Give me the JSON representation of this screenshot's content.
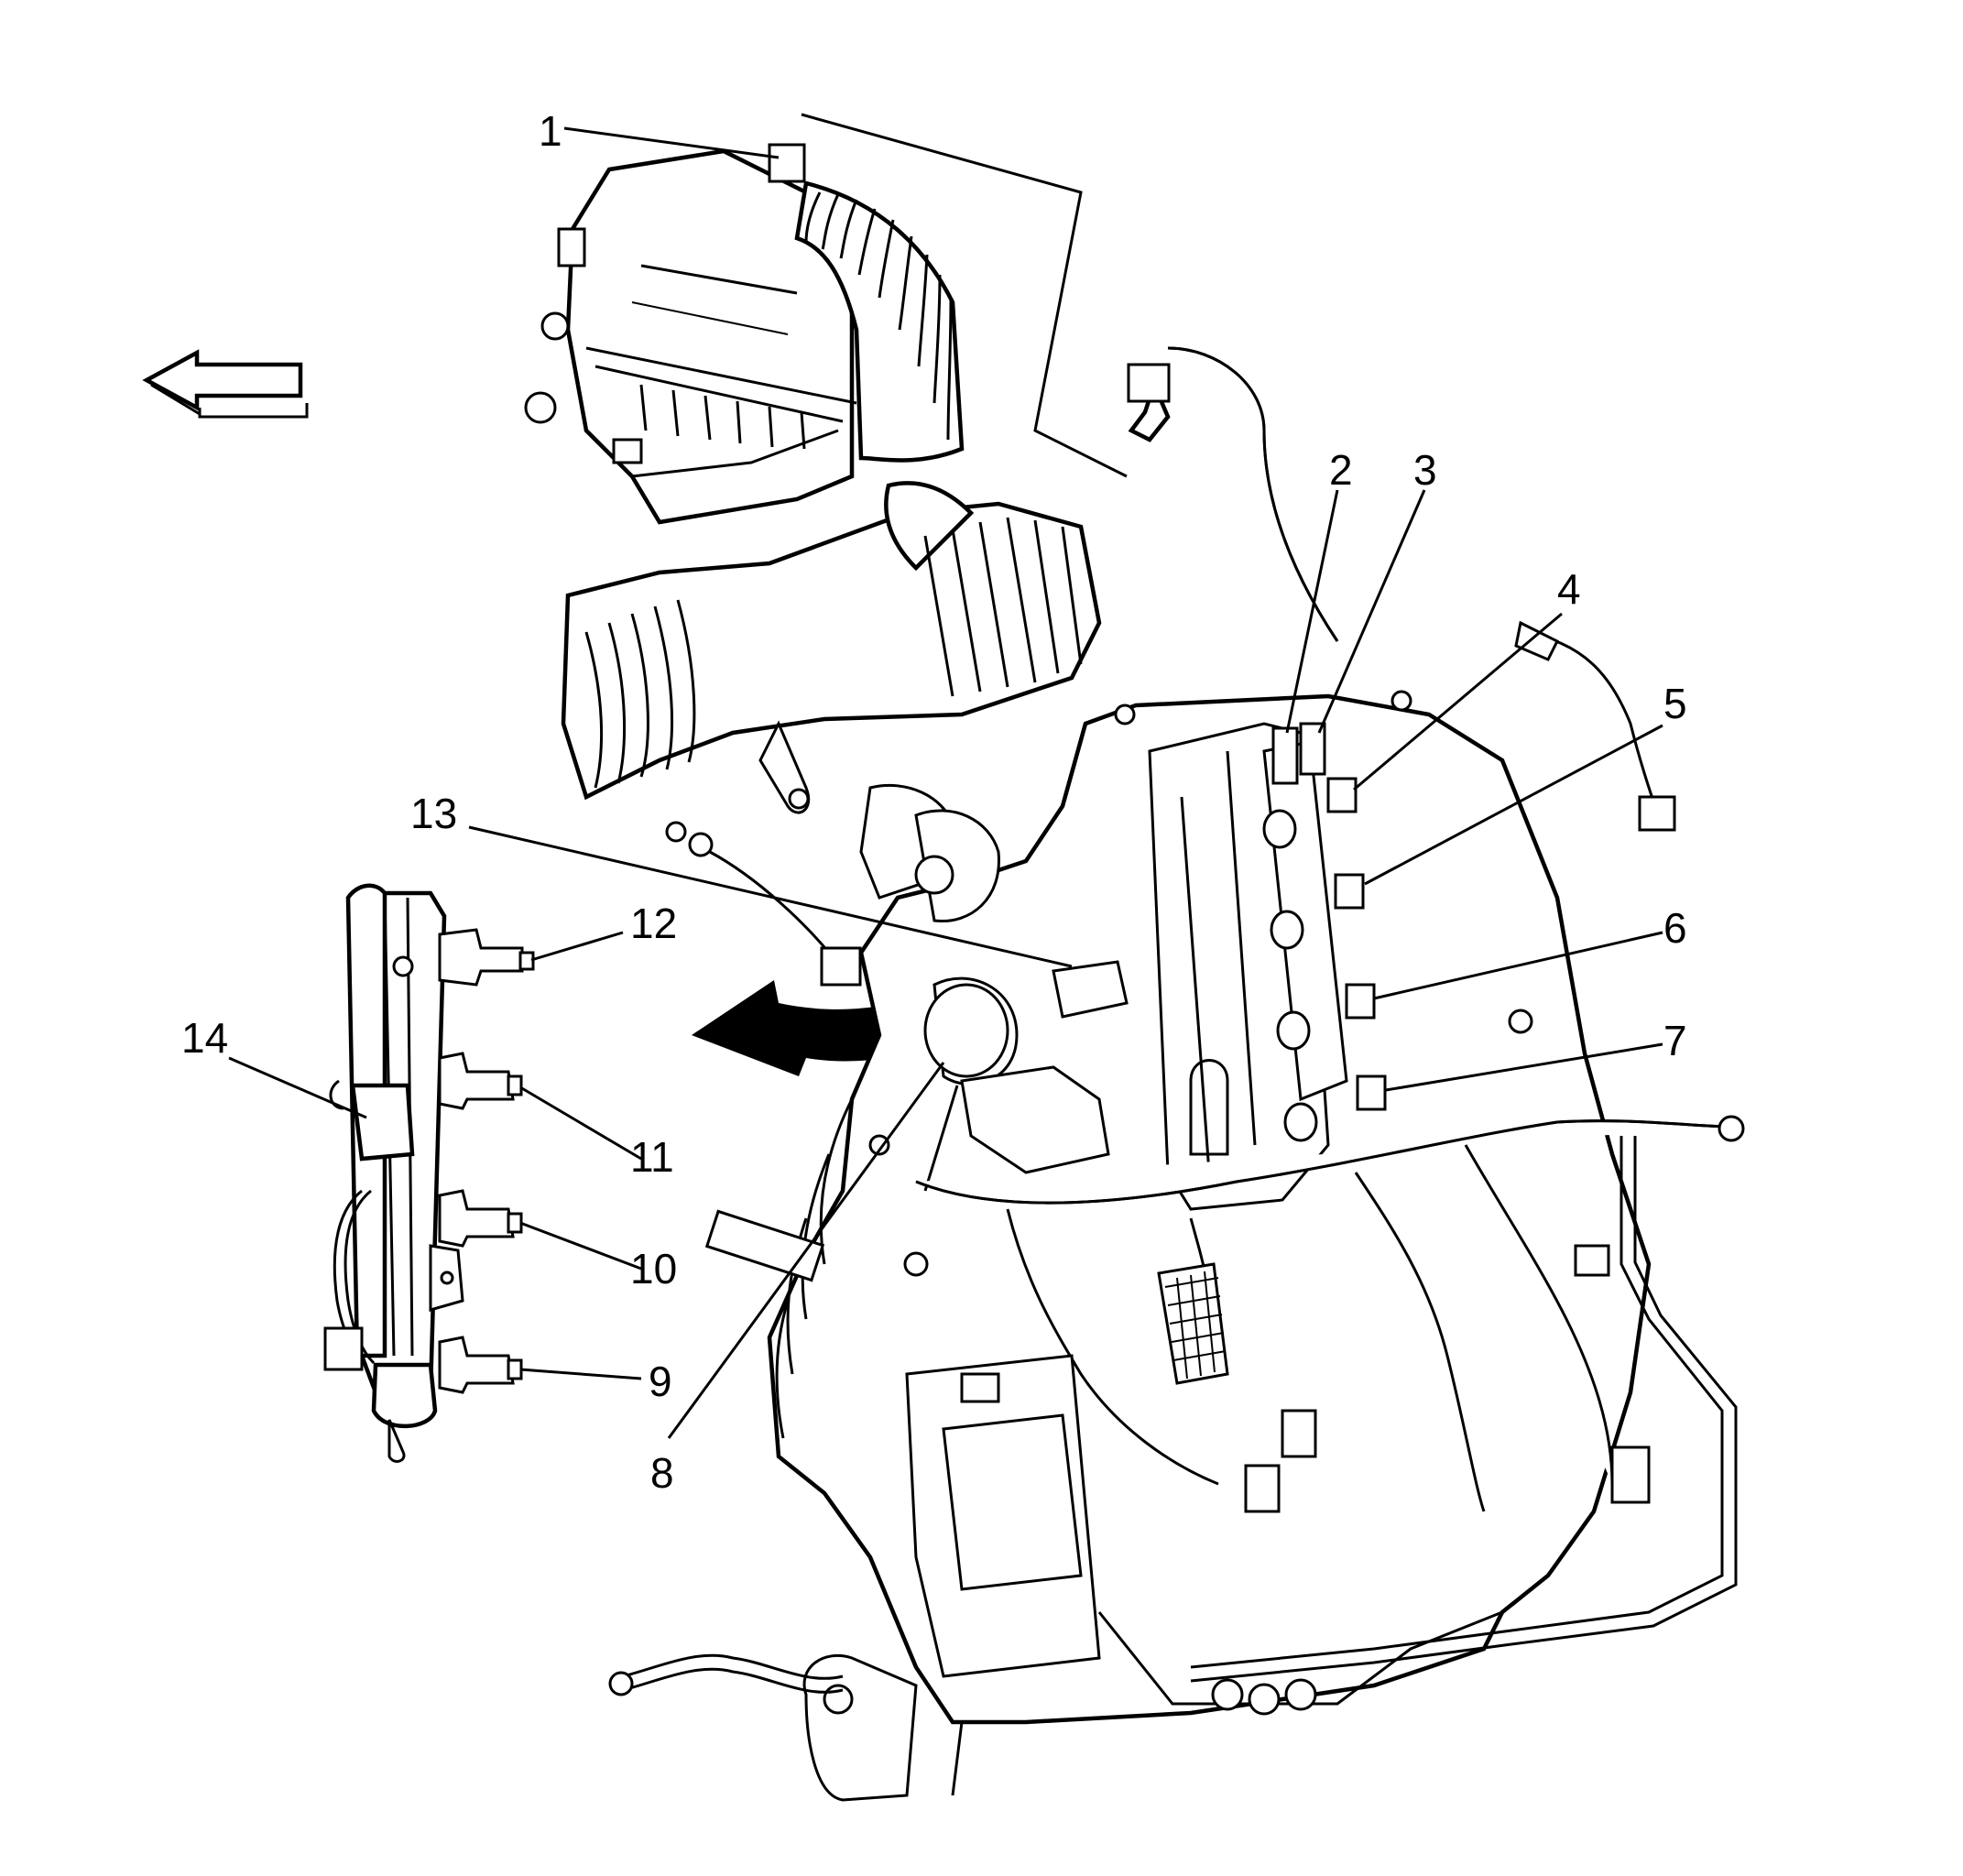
{
  "figure": {
    "callouts": [
      "1",
      "2",
      "3",
      "4",
      "5",
      "6",
      "7",
      "8",
      "9",
      "10",
      "11",
      "12",
      "13",
      "14"
    ],
    "icons": {
      "direction_arrow": "hollow-left-arrow-icon",
      "removal_arrow": "curved-black-arrow-icon"
    }
  }
}
